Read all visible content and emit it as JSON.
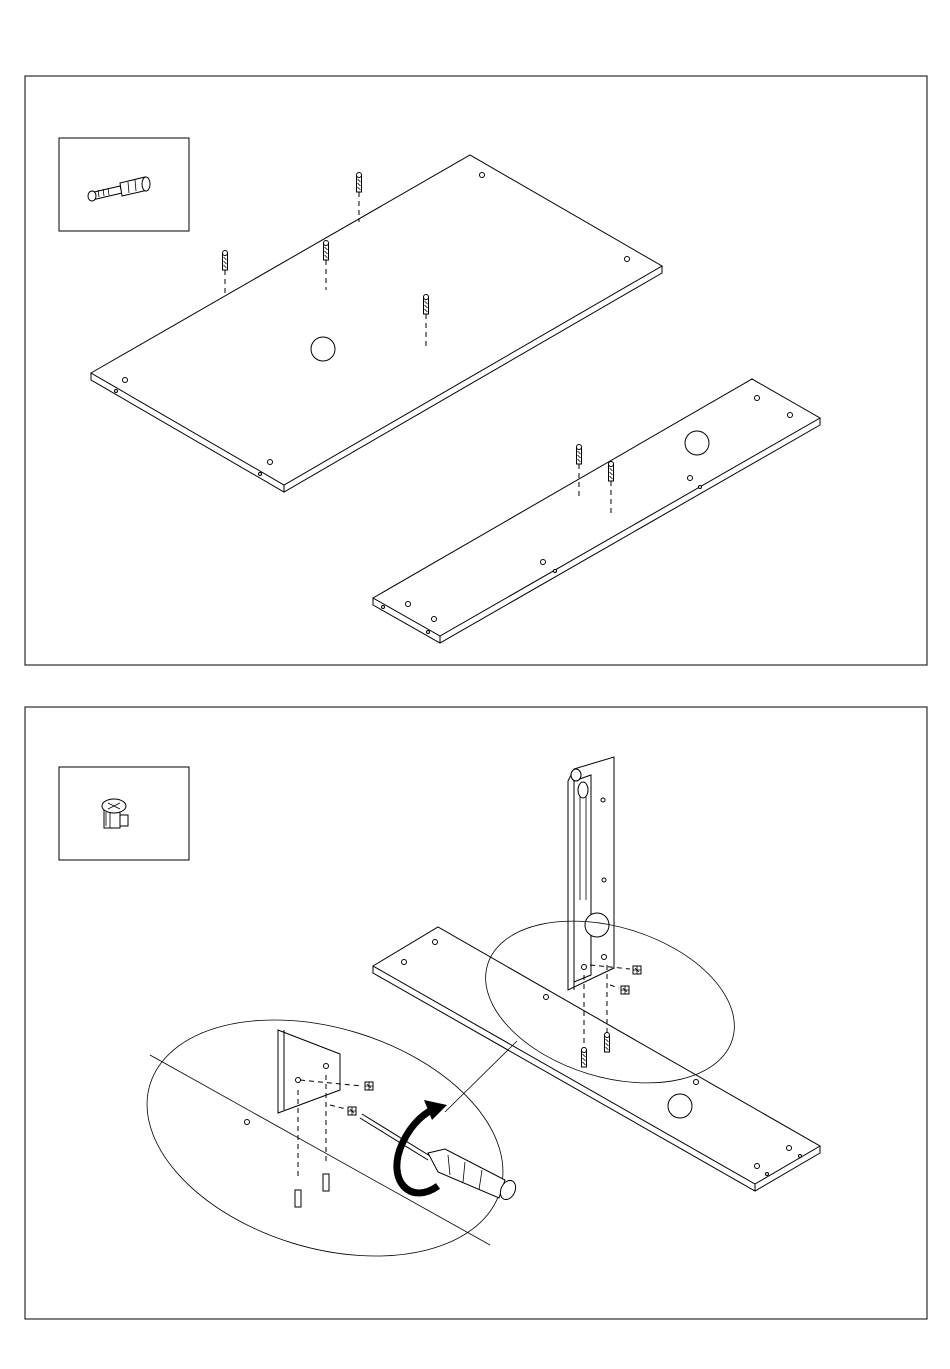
{
  "page": {
    "background": "#ffffff",
    "line_color": "#000000"
  },
  "steps": [
    {
      "part_inset_icon": "cam-bolt-icon",
      "parts": [
        "large-panel",
        "long-shelf-board"
      ],
      "fasteners_on_large_panel": 4,
      "fasteners_on_shelf_board": 2
    },
    {
      "part_inset_icon": "cam-lock-nut-icon",
      "parts": [
        "upright-panel",
        "base-board"
      ],
      "fasteners_on_upright_panel": 2,
      "tool_icon": "screwdriver-icon",
      "action_icon": "rotate-arrow-icon",
      "detail_callout": true
    }
  ]
}
